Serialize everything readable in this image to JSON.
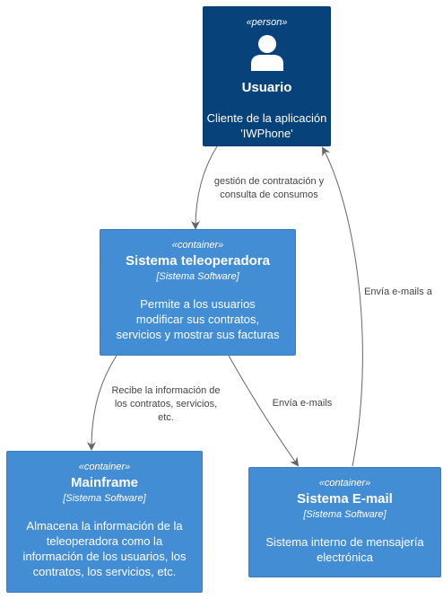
{
  "nodes": {
    "usuario": {
      "stereotype": "«person»",
      "title": "Usuario",
      "description": "Cliente de la aplicación\n'IWPhone'",
      "icon": "person-icon"
    },
    "teleoperadora": {
      "stereotype": "«container»",
      "title": "Sistema teleoperadora",
      "technology": "[Sistema Software]",
      "description": "Permite a los usuarios\nmodificar sus contratos,\nservicios y mostrar sus facturas"
    },
    "mainframe": {
      "stereotype": "«container»",
      "title": "Mainframe",
      "technology": "[Sistema Software]",
      "description": "Almacena la información de la\nteleoperadora como la\ninformación de los usuarios, los\ncontratos, los servicios, etc."
    },
    "email": {
      "stereotype": "«container»",
      "title": "Sistema E-mail",
      "technology": "[Sistema Software]",
      "description": "Sistema interno de mensajería\nelectrónica"
    }
  },
  "edges": {
    "usuario_teleoperadora": "gestión de contratación y\nconsulta de consumos",
    "teleoperadora_mainframe": "Recibe la información de\nlos contratos, servicios,\netc.",
    "teleoperadora_email": "Envía e-mails",
    "email_usuario": "Envía e-mails a"
  },
  "colors": {
    "person": "#08427b",
    "container": "#438dd5",
    "edge": "#666666",
    "edge_label": "#444444"
  }
}
